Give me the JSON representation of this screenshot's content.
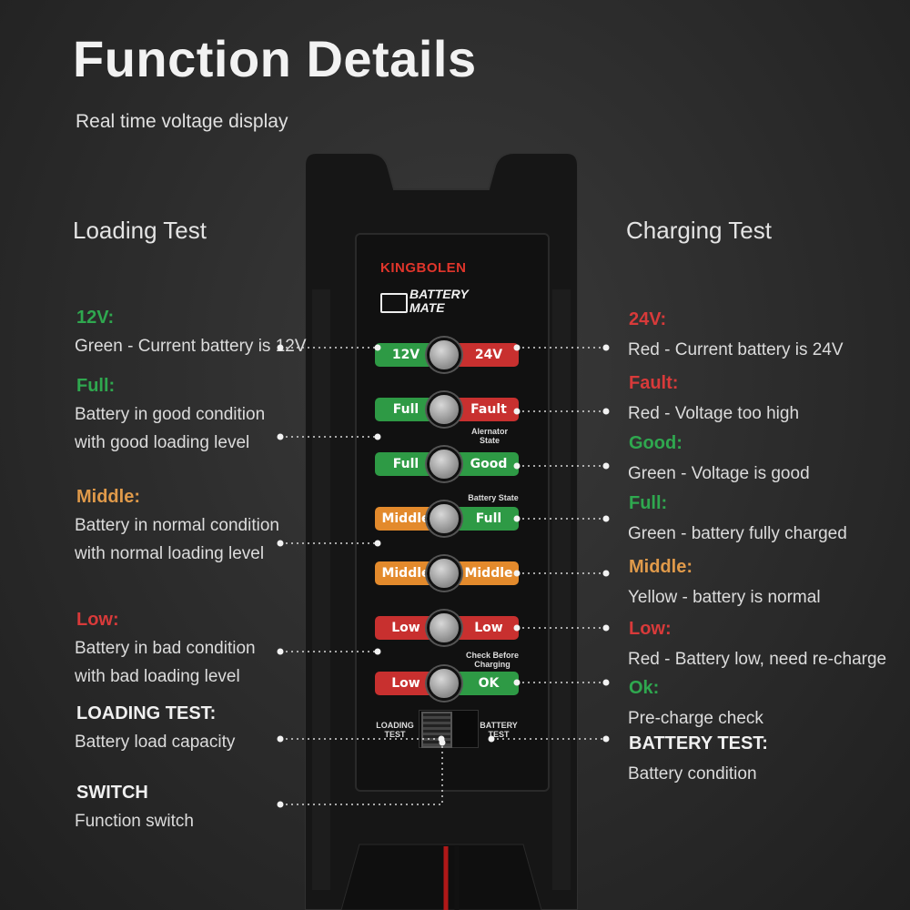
{
  "title": "Function Details",
  "subtitle": "Real time voltage display",
  "left_heading": "Loading Test",
  "right_heading": "Charging Test",
  "left_items": [
    {
      "label": "12V:",
      "desc": [
        "Green - Current battery is 12V"
      ],
      "color": "#2fa84f"
    },
    {
      "label": "Full:",
      "desc": [
        "Battery in good condition",
        "with good loading level"
      ],
      "color": "#2fa84f"
    },
    {
      "label": "Middle:",
      "desc": [
        "Battery in normal condition",
        "with normal loading level"
      ],
      "color": "#e09a4a"
    },
    {
      "label": "Low:",
      "desc": [
        "Battery in bad condition",
        "with bad loading level"
      ],
      "color": "#d83a3a"
    },
    {
      "label": "LOADING TEST:",
      "desc": [
        "Battery load capacity"
      ],
      "color": "#f0f0f0"
    },
    {
      "label": "SWITCH",
      "desc": [
        "Function switch"
      ],
      "color": "#f0f0f0"
    }
  ],
  "right_items": [
    {
      "label": "24V:",
      "desc": "Red - Current battery is 24V",
      "color": "#d83a3a"
    },
    {
      "label": "Fault:",
      "desc": "Red - Voltage too high",
      "color": "#d83a3a"
    },
    {
      "label": "Good:",
      "desc": "Green - Voltage is good",
      "color": "#2fa84f"
    },
    {
      "label": "Full:",
      "desc": "Green - battery fully charged",
      "color": "#2fa84f"
    },
    {
      "label": "Middle:",
      "desc": "Yellow - battery is normal",
      "color": "#e09a4a"
    },
    {
      "label": "Low:",
      "desc": "Red - Battery low, need re-charge",
      "color": "#d83a3a"
    },
    {
      "label": "Ok:",
      "desc": "Pre-charge check",
      "color": "#2fa84f"
    },
    {
      "label": "BATTERY TEST:",
      "desc": "Battery condition",
      "color": "#f0f0f0"
    }
  ],
  "device": {
    "brand": "KINGBOLEN",
    "product_name": "BATTERY MATE",
    "rows": [
      {
        "left": "12V",
        "right": "24V",
        "left_color": "green",
        "right_color": "red"
      },
      {
        "left": "Full",
        "right": "Fault",
        "left_color": "green",
        "right_color": "red"
      },
      {
        "left": "Full",
        "right": "Good",
        "left_color": "green",
        "right_color": "green"
      },
      {
        "left": "Middle",
        "right": "Full",
        "left_color": "orange",
        "right_color": "green"
      },
      {
        "left": "Middle",
        "right": "Middle",
        "left_color": "orange",
        "right_color": "orange"
      },
      {
        "left": "Low",
        "right": "Low",
        "left_color": "red",
        "right_color": "red"
      },
      {
        "left": "Low",
        "right": "OK",
        "left_color": "red",
        "right_color": "green"
      }
    ],
    "alternator_state": "Alernator State",
    "battery_state": "Battery State",
    "check_before_charging": "Check Before Charging",
    "loading_test": "LOADING TEST",
    "battery_test": "BATTERY TEST"
  }
}
